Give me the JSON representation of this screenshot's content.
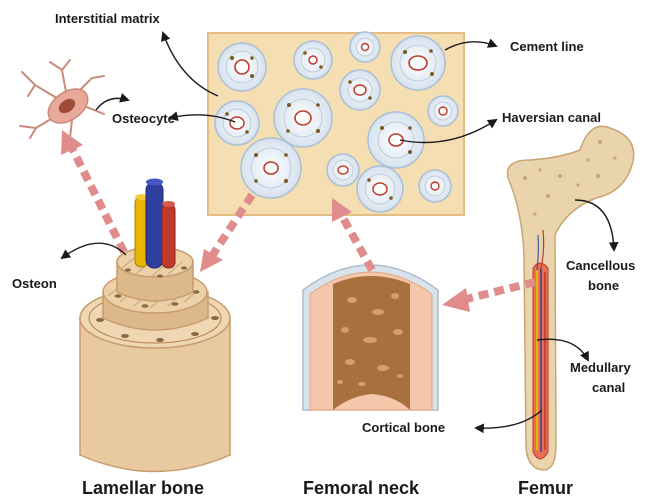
{
  "labels": {
    "interstitial_matrix": "Interstitial matrix",
    "cement_line": "Cement line",
    "osteocyte": "Osteocyte",
    "haversian_canal": "Haversian canal",
    "osteon": "Osteon",
    "cancellous_line1": "Cancellous",
    "cancellous_line2": "bone",
    "medullary_line1": "Medullary",
    "medullary_line2": "canal",
    "cortical_bone": "Cortical bone"
  },
  "captions": {
    "lamellar": "Lamellar bone",
    "femoral_neck": "Femoral neck",
    "femur": "Femur"
  },
  "colors": {
    "matrix_fill": "#f6deb3",
    "matrix_stroke": "#e3bd83",
    "osteon_fill": "#dfe8f2",
    "osteon_stroke": "#a9bfd6",
    "canal_ring": "#c0392b",
    "bone_tan": "#e8c9a0",
    "bone_dark": "#c79b6d",
    "spongy": "#a8703d",
    "cortical_pink": "#f4c7ab",
    "arrow_pink": "#e08c8c",
    "vessel_blue": "#2f3f9e",
    "vessel_red": "#c0392b",
    "vessel_yellow": "#e8b400"
  }
}
